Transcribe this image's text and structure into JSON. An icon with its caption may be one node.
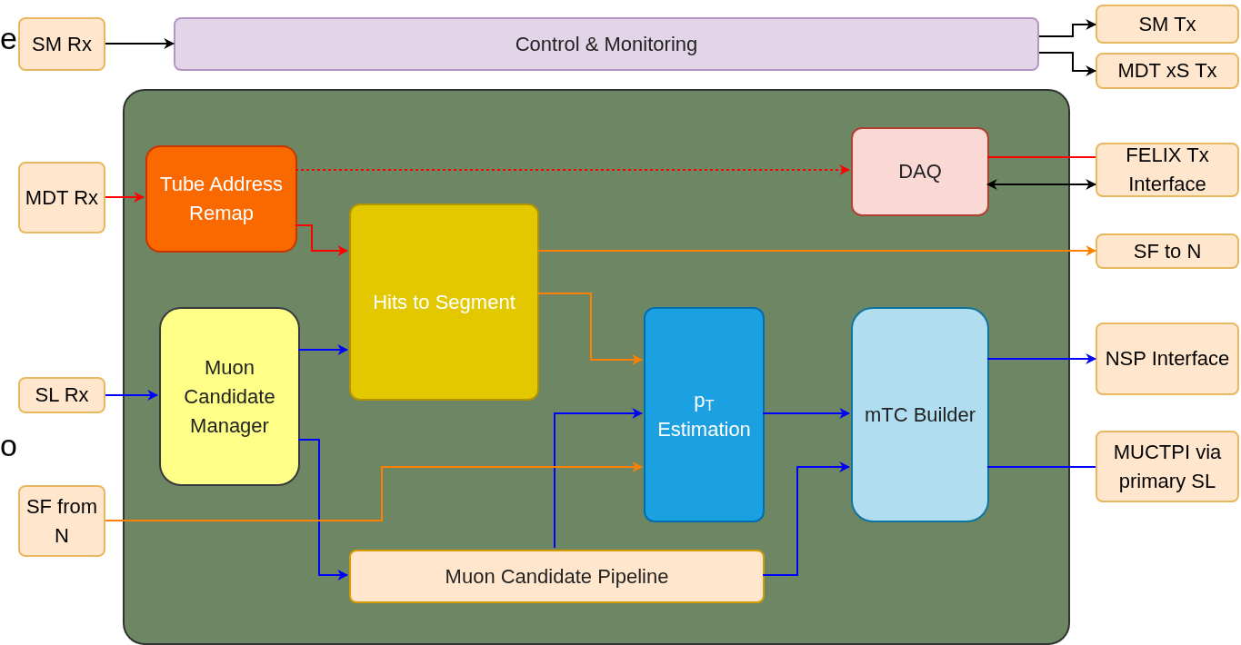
{
  "diagram": {
    "nodes": [
      {
        "text": [
          "SM Rx"
        ]
      },
      {
        "text": [
          "Control & Monitoring"
        ]
      },
      {
        "text": [
          "SM Tx"
        ]
      },
      {
        "text": [
          "MDT xS Tx"
        ]
      },
      {
        "text": [],
        "shape": "box"
      },
      {
        "text": [
          "MDT Rx"
        ]
      },
      {
        "text": [
          "Tube Address Remap"
        ],
        "in": 4
      },
      {
        "text": [
          "DAQ"
        ],
        "in": 4
      },
      {
        "text": [
          "FELIX Tx Interface"
        ]
      },
      {
        "text": [
          "Hits to Segment"
        ],
        "in": 4
      },
      {
        "text": [
          "SF to N"
        ]
      },
      {
        "text": [
          "Muon Candidate Manager"
        ],
        "in": 4
      },
      {
        "text": [
          "SL Rx"
        ]
      },
      {
        "text": [
          "p$_{T}$ Estimation"
        ],
        "in": 4
      },
      {
        "text": [
          "mTC Builder"
        ],
        "in": 4
      },
      {
        "text": [
          "NSP Interface"
        ]
      },
      {
        "text": [
          "MUCTPI via primary SL"
        ]
      },
      {
        "text": [
          "SF from N"
        ]
      },
      {
        "text": [
          "Muon Candidate Pipeline"
        ],
        "in": 4
      }
    ],
    "edges": [
      {
        "from": 0,
        "to": 1,
        "arrow": "to",
        "color": "#000000"
      },
      {
        "from": 1,
        "to": 2,
        "arrow": "to",
        "color": "#000000"
      },
      {
        "from": 1,
        "to": 3,
        "arrow": "to",
        "color": "#000000"
      },
      {
        "from": 5,
        "to": 6,
        "arrow": "to",
        "color": "#ff0000"
      },
      {
        "from": 6,
        "to": 7,
        "arrow": "to",
        "style": "dashed",
        "color": "#ff0000"
      },
      {
        "from": 6,
        "to": 9,
        "arrow": "to",
        "color": "#ff0000"
      },
      {
        "from": 7,
        "to": 8,
        "arrow": "none",
        "color": "#ff0000"
      },
      {
        "from": 7,
        "to": 8,
        "arrow": "both",
        "color": "#000000"
      },
      {
        "from": 9,
        "to": 10,
        "arrow": "to",
        "color": "#ff8000"
      },
      {
        "from": 9,
        "to": 13,
        "arrow": "to",
        "color": "#ff8000"
      },
      {
        "from": 11,
        "to": 9,
        "arrow": "to",
        "color": "#0000ff"
      },
      {
        "from": 12,
        "to": 11,
        "arrow": "to",
        "color": "#0000ff"
      },
      {
        "from": 11,
        "to": 18,
        "arrow": "to",
        "color": "#0000ff"
      },
      {
        "from": 18,
        "to": 13,
        "arrow": "to",
        "color": "#0000ff"
      },
      {
        "from": 17,
        "to": 13,
        "arrow": "to",
        "color": "#ff8000"
      },
      {
        "from": 13,
        "to": 14,
        "arrow": "to",
        "color": "#0000ff"
      },
      {
        "from": 18,
        "to": 14,
        "arrow": "to",
        "color": "#0000ff"
      },
      {
        "from": 14,
        "to": 15,
        "arrow": "to",
        "color": "#0000ff"
      },
      {
        "from": 14,
        "to": 16,
        "arrow": "none",
        "color": "#0000ff"
      }
    ],
    "labels": [
      "e",
      "o"
    ]
  }
}
